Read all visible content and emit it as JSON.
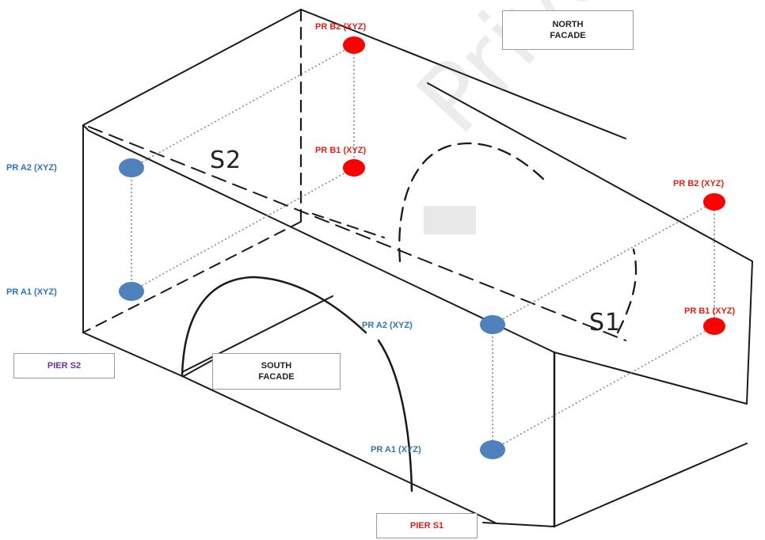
{
  "labels": {
    "north_facade_line1": "NORTH",
    "north_facade_line2": "FACADE",
    "south_facade_line1": "SOUTH",
    "south_facade_line2": "FACADE",
    "pier_s2": "PIER S2",
    "pier_s1": "PIER S1",
    "face_s2": "S2",
    "face_s1": "S1",
    "pr_b2_top": "PR B2 (XYZ)",
    "pr_b1_top": "PR B1 (XYZ)",
    "pr_a2_left": "PR A2 (XYZ)",
    "pr_a1_left": "PR A1 (XYZ)",
    "pr_b2_right": "PR B2 (XYZ)",
    "pr_b1_right": "PR B1 (XYZ)",
    "pr_a2_front": "PR A2 (XYZ)",
    "pr_a1_front": "PR A1 (XYZ)"
  },
  "watermark": "Privacy Document",
  "colors": {
    "blue_point": "#4f81bd",
    "red_point": "#ff0000",
    "blue_text": "#2e75b6",
    "red_text": "#e0201b",
    "purple_text": "#7030a0"
  }
}
